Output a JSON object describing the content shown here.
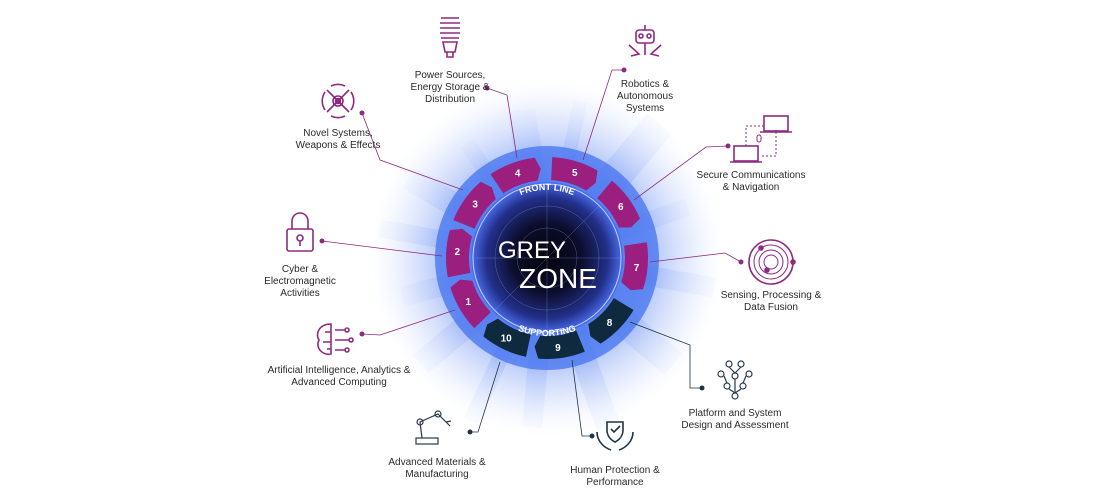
{
  "center": {
    "line1": "GREY",
    "line2": "ZONE"
  },
  "ring_labels": {
    "front": "FRONT LINE",
    "supporting": "SUPPORTING"
  },
  "colors": {
    "front_line": "#9b1f7e",
    "supporting": "#0f2a3f",
    "glow": "#3f6df0",
    "core": "#05060f",
    "accent_lines": "#8e2a80"
  },
  "segments": [
    {
      "number": "1",
      "group": "front"
    },
    {
      "number": "2",
      "group": "front"
    },
    {
      "number": "3",
      "group": "front"
    },
    {
      "number": "4",
      "group": "front"
    },
    {
      "number": "5",
      "group": "front"
    },
    {
      "number": "6",
      "group": "front"
    },
    {
      "number": "7",
      "group": "front"
    },
    {
      "number": "8",
      "group": "supporting"
    },
    {
      "number": "9",
      "group": "supporting"
    },
    {
      "number": "10",
      "group": "supporting"
    }
  ],
  "capabilities": [
    {
      "label": "Artificial Intelligence, Analytics &\nAdvanced Computing",
      "icon": "brain-circuit-icon"
    },
    {
      "label": "Cyber &\nElectromagnetic\nActivities",
      "icon": "padlock-icon"
    },
    {
      "label": "Novel Systems,\nWeapons & Effects",
      "icon": "crosshair-icon"
    },
    {
      "label": "Power Sources,\nEnergy Storage &\nDistribution",
      "icon": "lightbulb-icon"
    },
    {
      "label": "Robotics &\nAutonomous\nSystems",
      "icon": "robot-icon"
    },
    {
      "label": "Secure Communications\n& Navigation",
      "icon": "linked-laptops-icon"
    },
    {
      "label": "Sensing, Processing &\nData Fusion",
      "icon": "concentric-rings-icon"
    },
    {
      "label": "Platform and System\nDesign and Assessment",
      "icon": "node-tree-icon"
    },
    {
      "label": "Human Protection &\nPerformance",
      "icon": "hands-shield-icon"
    },
    {
      "label": "Advanced Materials &\nManufacturing",
      "icon": "robot-arm-icon"
    }
  ]
}
